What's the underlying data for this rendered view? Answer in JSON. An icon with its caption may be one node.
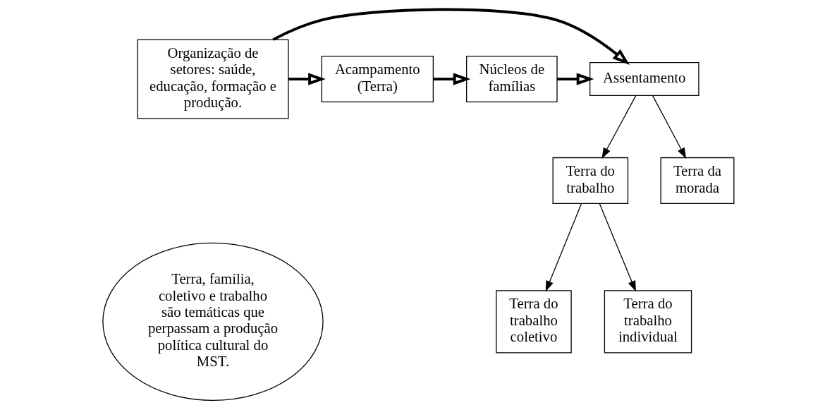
{
  "diagram": {
    "nodes": [
      {
        "text": [
          "Organização de setores: saúde, educação, formação e produção."
        ]
      },
      {
        "text": [
          "Acampamento (Terra)"
        ]
      },
      {
        "text": [
          "Núcleos de famílias"
        ]
      },
      {
        "text": [
          "Assentamento"
        ]
      },
      {
        "text": [
          "Terra do trabalho"
        ]
      },
      {
        "text": [
          "Terra da morada"
        ]
      },
      {
        "text": [
          "Terra, família, coletivo e trabalho são temáticas que perpassam a produção política cultural do MST."
        ]
      },
      {
        "text": [
          "Terra do trabalho coletivo"
        ]
      },
      {
        "text": [
          "Terra do trabalho individual"
        ]
      }
    ],
    "edges": [
      {
        "from": 0,
        "to": 3,
        "arrow": "to",
        "style": "thick"
      },
      {
        "from": 0,
        "to": 1,
        "arrow": "to",
        "style": "thick"
      },
      {
        "from": 1,
        "to": 2,
        "arrow": "to",
        "style": "thick"
      },
      {
        "from": 2,
        "to": 3,
        "arrow": "to",
        "style": "thick"
      },
      {
        "from": 3,
        "to": 4,
        "arrow": "to"
      },
      {
        "from": 3,
        "to": 5,
        "arrow": "to"
      },
      {
        "from": 4,
        "to": 7,
        "arrow": "to"
      },
      {
        "from": 4,
        "to": 8,
        "arrow": "to"
      }
    ]
  }
}
